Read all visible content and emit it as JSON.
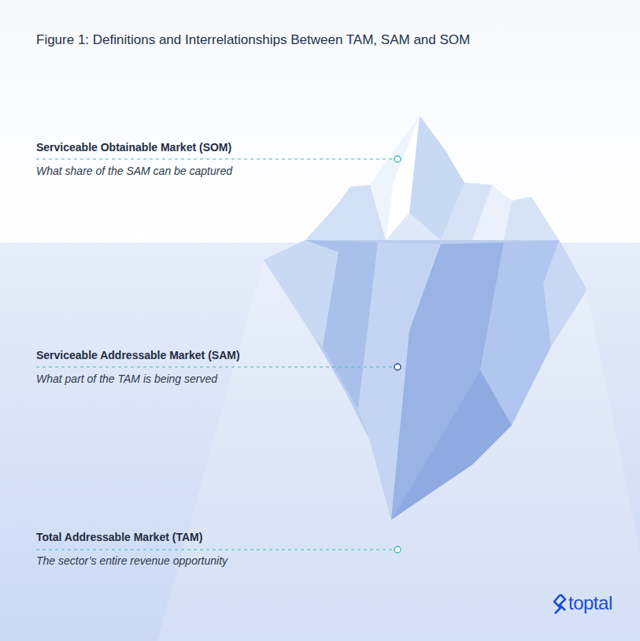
{
  "diagram": {
    "title": "Figure 1: Definitions and Interrelationships Between TAM, SAM and SOM",
    "labels": [
      "Serviceable Obtainable Market (SOM)",
      "What share of the SAM can be captured",
      "Serviceable Addressable Market (SAM)",
      "What part of the TAM is being served",
      "Total Addressable Market (TAM)",
      "The sector’s entire revenue opportunity",
      "toptal"
    ]
  }
}
